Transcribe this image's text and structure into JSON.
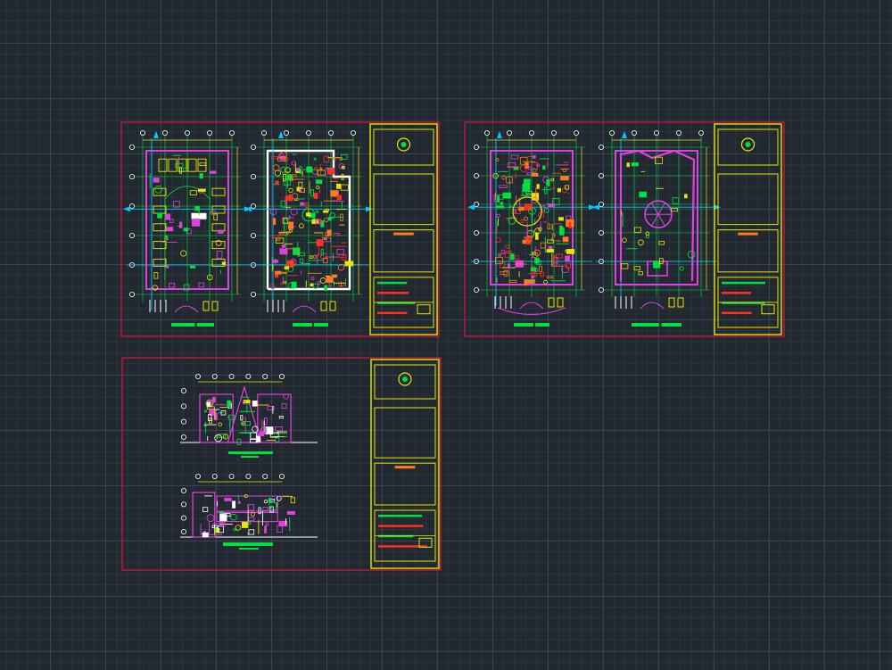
{
  "app": {
    "workspace": "model-space"
  },
  "colors": {
    "background": "#212830",
    "sheet_border": "#c8143c",
    "title_block": "#e6e600",
    "magenta": "#e040e0",
    "green": "#00e040",
    "cyan": "#00c8ff",
    "red": "#ff3020",
    "white": "#ffffff",
    "orange": "#ff7a20"
  },
  "sheets": [
    {
      "id": "sheet-1",
      "content": "floor-plans",
      "variant": "ground-and-first-floor"
    },
    {
      "id": "sheet-2",
      "content": "floor-plans",
      "variant": "upper-floor-and-roof"
    },
    {
      "id": "sheet-3",
      "content": "elevations",
      "variant": "front-and-side-elevations"
    }
  ],
  "icons": {
    "north_arrow": "north-arrow-icon",
    "logo": "logo-icon"
  }
}
